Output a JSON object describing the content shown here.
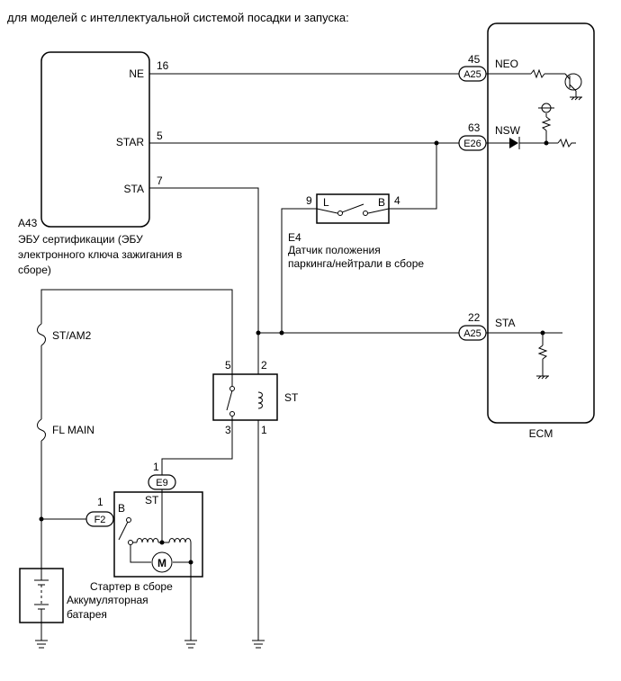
{
  "header": "для моделей с интеллектуальной системой посадки и запуска:",
  "cert_ecu": {
    "code": "A43",
    "desc": [
      "ЭБУ сертификации (ЭБУ",
      "электронного ключа зажигания в",
      "сборе)"
    ],
    "pins": [
      {
        "name": "NE",
        "num": "16"
      },
      {
        "name": "STAR",
        "num": "5"
      },
      {
        "name": "STA",
        "num": "7"
      }
    ]
  },
  "ecm": {
    "label": "ECM",
    "pins": [
      {
        "num": "45",
        "conn": "A25",
        "name": "NEO"
      },
      {
        "num": "63",
        "conn": "E26",
        "name": "NSW"
      },
      {
        "num": "22",
        "conn": "A25",
        "name": "STA"
      }
    ]
  },
  "neutral_switch": {
    "code": "E4",
    "desc": [
      "Датчик положения",
      "паркинга/нейтрали в сборе"
    ],
    "pin_left": "9",
    "pin_right": "4",
    "term_left": "L",
    "term_right": "B"
  },
  "fuses": [
    "ST/AM2",
    "FL MAIN"
  ],
  "relay": {
    "name": "ST",
    "pins": [
      "5",
      "2",
      "3",
      "1"
    ]
  },
  "starter": {
    "conn_st": "E9",
    "conn_st_pin": "1",
    "conn_b": "F2",
    "conn_b_pin": "1",
    "term_b": "B",
    "term_st": "ST",
    "motor": "M",
    "label": "Стартер в сборе"
  },
  "battery": [
    "Аккумуляторная",
    "батарея"
  ]
}
